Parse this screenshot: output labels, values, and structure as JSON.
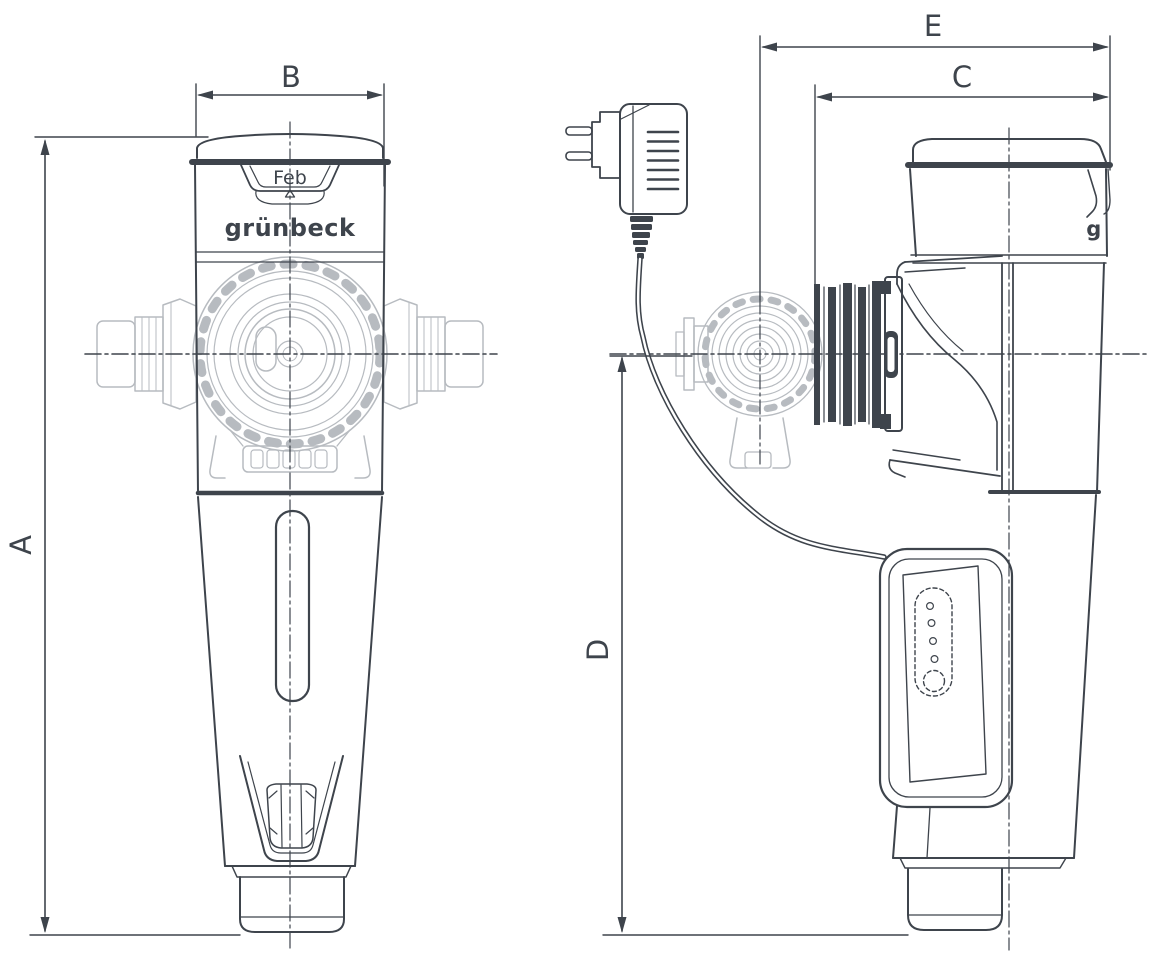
{
  "colors": {
    "line": "#3e444c",
    "phantom": "#b7bbc0",
    "background": "#ffffff"
  },
  "front_view": {
    "month_label": "Feb",
    "brand_label": "grünbeck"
  },
  "side_view": {
    "brand_label_partial": "g"
  },
  "dimensions": {
    "a": "A",
    "b": "B",
    "c": "C",
    "d": "D",
    "e": "E"
  }
}
